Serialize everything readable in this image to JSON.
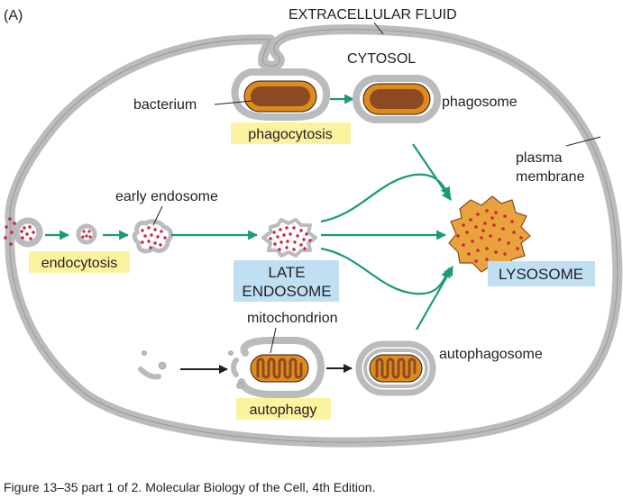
{
  "panel_label": "(A)",
  "labels": {
    "extracellular_fluid": "EXTRACELLULAR FLUID",
    "cytosol": "CYTOSOL",
    "bacterium": "bacterium",
    "phagosome": "phagosome",
    "plasma_membrane_line1": "plasma",
    "plasma_membrane_line2": "membrane",
    "early_endosome": "early endosome",
    "late_endosome_line1": "LATE",
    "late_endosome_line2": "ENDOSOME",
    "lysosome": "LYSOSOME",
    "mitochondrion": "mitochondrion",
    "autophagosome": "autophagosome"
  },
  "processes": {
    "phagocytosis": "phagocytosis",
    "endocytosis": "endocytosis",
    "autophagy": "autophagy"
  },
  "caption": "Figure 13–35 part 1 of 2. Molecular Biology of the Cell, 4th Edition.",
  "colors": {
    "membrane": "#b9bbbd",
    "membrane_edge": "#8e9193",
    "arrow_green": "#1a9a78",
    "process_highlight": "#fbf3a0",
    "compartment_highlight": "#bfe0f3",
    "orange": "#e08a1c",
    "brown": "#8b4a24",
    "cargo_dots": "#d0213f"
  }
}
